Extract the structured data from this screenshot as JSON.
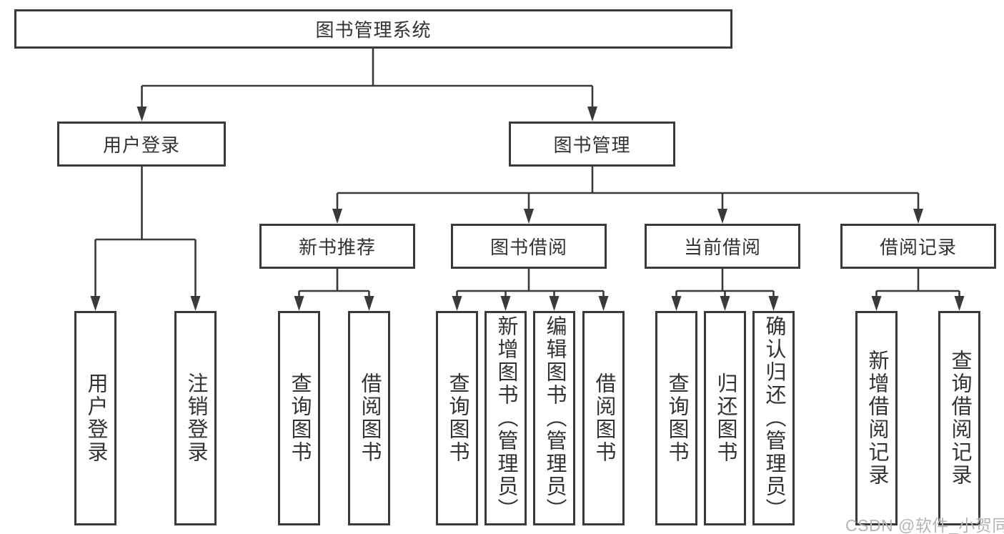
{
  "title": "图书管理系统",
  "tree": {
    "root": {
      "label": "图书管理系统"
    },
    "children": [
      {
        "label": "用户登录",
        "children": [
          {
            "label": "用户登录"
          },
          {
            "label": "注销登录"
          }
        ]
      },
      {
        "label": "图书管理",
        "children": [
          {
            "label": "新书推荐",
            "children": [
              {
                "label": "查询图书"
              },
              {
                "label": "借阅图书"
              }
            ]
          },
          {
            "label": "图书借阅",
            "children": [
              {
                "label": "查询图书"
              },
              {
                "label": "新增图书（管理员）"
              },
              {
                "label": "编辑图书（管理员）"
              },
              {
                "label": "借阅图书"
              }
            ]
          },
          {
            "label": "当前借阅",
            "children": [
              {
                "label": "查询图书"
              },
              {
                "label": "归还图书"
              },
              {
                "label": "确认归还（管理员）"
              }
            ]
          },
          {
            "label": "借阅记录",
            "children": [
              {
                "label": "新增借阅记录"
              },
              {
                "label": "查询借阅记录"
              }
            ]
          }
        ]
      }
    ]
  },
  "watermark": {
    "text": "CSDN @软件_小贺同学",
    "color": "#b4b4b4"
  },
  "colors": {
    "line": "#3a3a3a",
    "box_border": "#3a3a3a",
    "text": "#333333",
    "background": "#ffffff"
  }
}
